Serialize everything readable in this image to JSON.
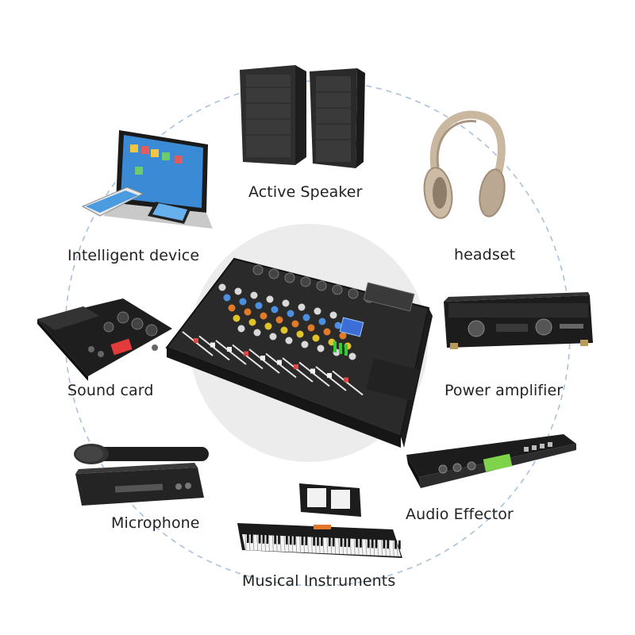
{
  "colors": {
    "ring": "#a9c1dc",
    "center_disc": "#ececec",
    "text": "#222222"
  },
  "center": {
    "name": "audio-mixer"
  },
  "devices": [
    {
      "id": "active-speaker",
      "label": "Active Speaker",
      "icon": "speaker-pair-icon"
    },
    {
      "id": "headset",
      "label": "headset",
      "icon": "headphones-icon"
    },
    {
      "id": "intelligent-device",
      "label": "Intelligent device",
      "icon": "laptop-tablet-phone-icon"
    },
    {
      "id": "power-amplifier",
      "label": "Power amplifier",
      "icon": "amplifier-icon"
    },
    {
      "id": "sound-card",
      "label": "Sound card",
      "icon": "sound-card-pedal-icon"
    },
    {
      "id": "audio-effector",
      "label": "Audio Effector",
      "icon": "rack-effector-icon"
    },
    {
      "id": "microphone",
      "label": "Microphone",
      "icon": "wireless-microphone-icon"
    },
    {
      "id": "musical-instruments",
      "label": "Musical Instruments",
      "icon": "keyboard-instrument-icon"
    }
  ]
}
